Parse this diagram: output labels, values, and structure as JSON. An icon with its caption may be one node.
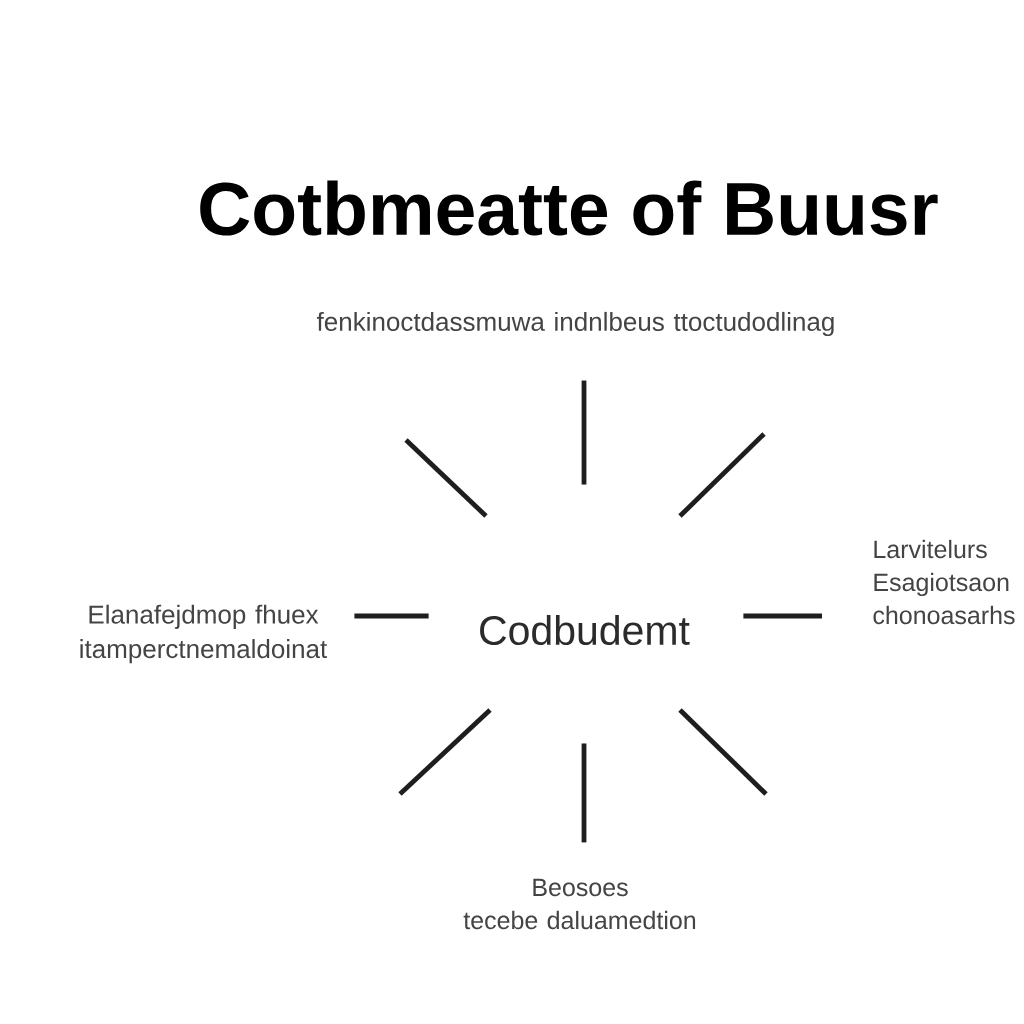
{
  "diagram": {
    "title": "Cotbmeatte of Buusr",
    "nodes": [
      {
        "text": [
          "fenkinoctdassmuwa indnlbeus ttoctudodlinag"
        ]
      },
      {
        "text": [
          "Elanafejdmop fhuex itamperctnemaldoinat"
        ]
      },
      {
        "text": [
          "Codbudemt"
        ]
      },
      {
        "text": [
          "Larvitelurs Esagiotsaon chonoasarhs"
        ]
      },
      {
        "text": [
          "Beosoes",
          "tecebe daluamedtion"
        ]
      }
    ],
    "edges": [
      {
        "from": 2,
        "to": 0,
        "arrow": "none"
      },
      {
        "from": 2,
        "to": 3,
        "arrow": "none"
      },
      {
        "from": 2,
        "to": 4,
        "arrow": "none"
      },
      {
        "from": 2,
        "to": 1,
        "arrow": "none"
      }
    ]
  }
}
